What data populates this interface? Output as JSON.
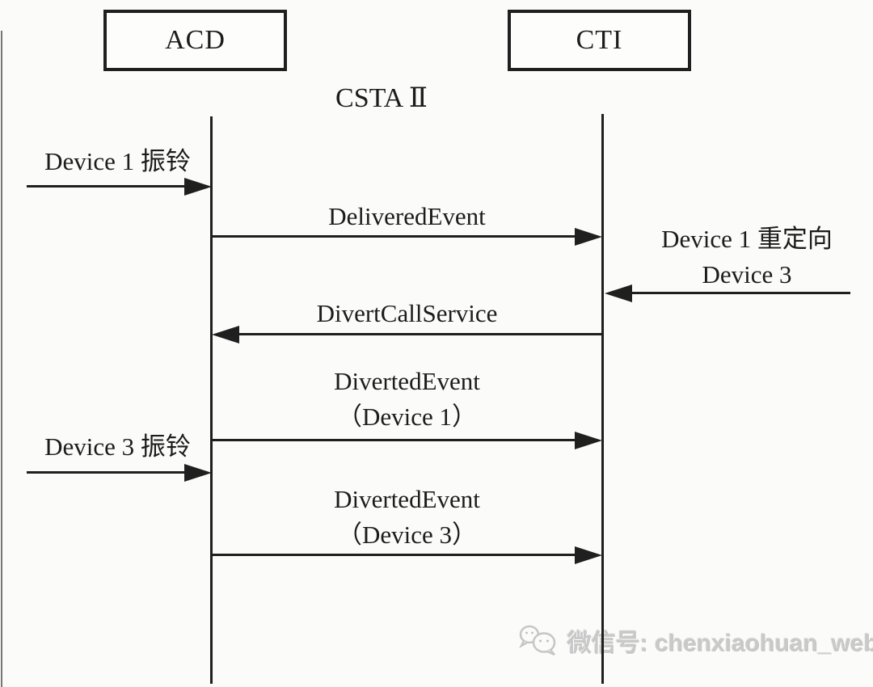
{
  "diagram": {
    "actors": [
      {
        "id": "acd",
        "label": "ACD"
      },
      {
        "id": "cti",
        "label": "CTI"
      }
    ],
    "protocol_label": "CSTA Ⅱ",
    "messages": [
      {
        "label": "Device 1 振铃",
        "direction": "right",
        "from": "external-left",
        "to": "acd"
      },
      {
        "label": "DeliveredEvent",
        "direction": "right",
        "from": "acd",
        "to": "cti"
      },
      {
        "label": "Device 1 重定向",
        "label2": "Device 3",
        "direction": "left",
        "from": "external-right",
        "to": "cti"
      },
      {
        "label": "DivertCallService",
        "direction": "left",
        "from": "cti",
        "to": "acd"
      },
      {
        "label": "DivertedEvent",
        "label2": "（Device 1）",
        "direction": "right",
        "from": "acd",
        "to": "cti"
      },
      {
        "label": "Device 3 振铃",
        "direction": "right",
        "from": "external-left",
        "to": "acd"
      },
      {
        "label": "DivertedEvent",
        "label2": "（Device 3）",
        "direction": "right",
        "from": "acd",
        "to": "cti"
      }
    ]
  },
  "watermark": {
    "icon": "wechat-icon",
    "text": "微信号: chenxiaohuan_web"
  },
  "colors": {
    "line": "#1f1f1f",
    "background": "#fbfbf9",
    "watermark": "#c9c9c9"
  }
}
